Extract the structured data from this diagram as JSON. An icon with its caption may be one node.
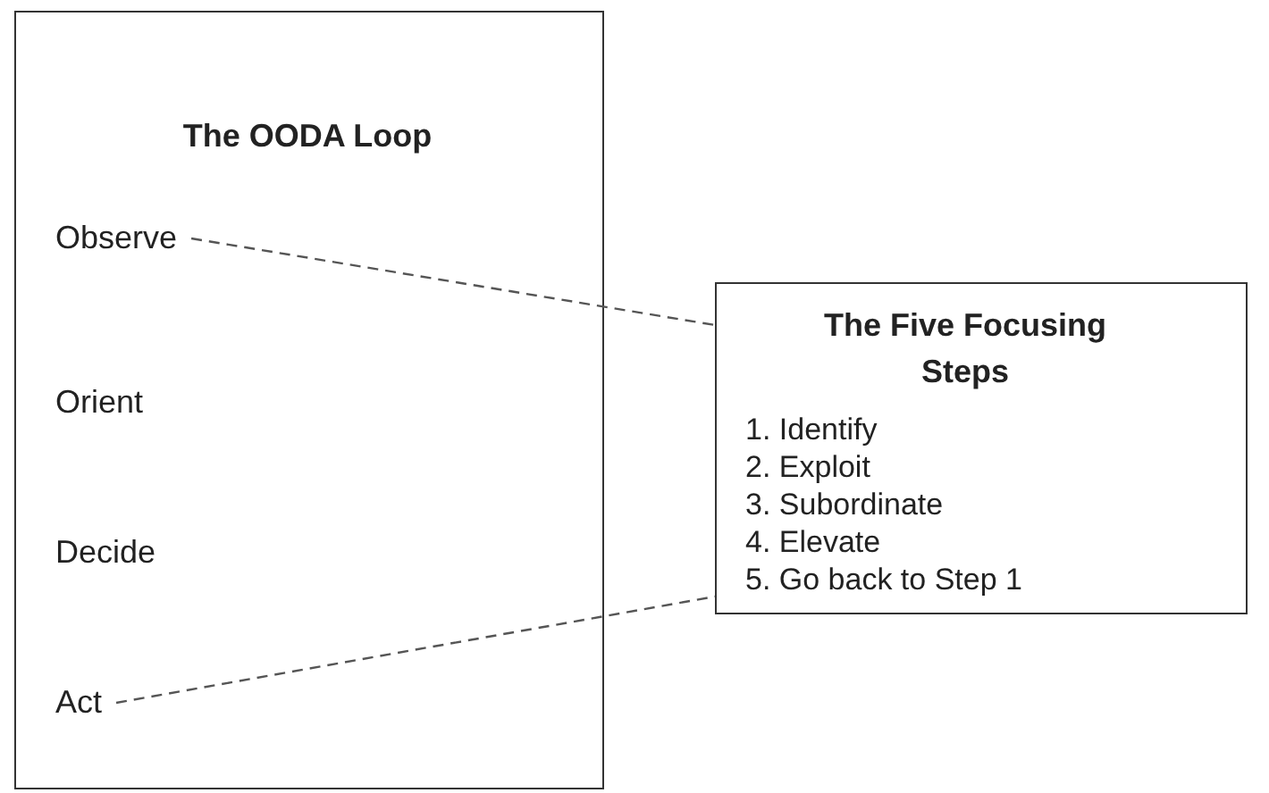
{
  "diagram": {
    "nodes": [
      {
        "text": [
          "The OODA Loop"
        ]
      },
      {
        "text": [
          "Observe"
        ],
        "in": 0
      },
      {
        "text": [
          "Orient"
        ],
        "in": 0
      },
      {
        "text": [
          "Decide"
        ],
        "in": 0
      },
      {
        "text": [
          "Act"
        ],
        "in": 0
      },
      {
        "text": [
          "The Five Focusing Steps",
          "1. Identify",
          "2. Exploit",
          "3. Subordinate",
          "4. Elevate",
          "5. Go back to Step 1"
        ]
      }
    ],
    "edges": [
      {
        "from": 1,
        "to": 5,
        "arrow": "none",
        "style": "dashed"
      },
      {
        "from": 4,
        "to": 5,
        "arrow": "none",
        "style": "dashed"
      }
    ]
  }
}
